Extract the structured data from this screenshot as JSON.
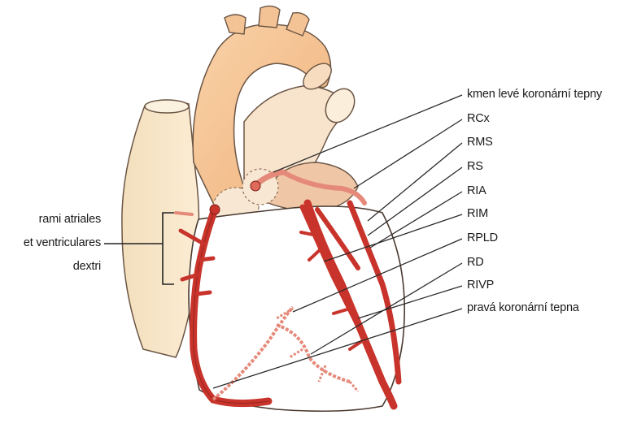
{
  "labels": {
    "left_line1": "rami atriales",
    "left_line2": "et ventriculares",
    "left_line3": "dextri",
    "kmen": "kmen levé koronární tepny",
    "rcx": "RCx",
    "rms": "RMS",
    "rs": "RS",
    "ria": "RIA",
    "rim": "RIM",
    "rpld": "RPLD",
    "rd": "RD",
    "rivp": "RIVP",
    "prava": "pravá koronární tepna"
  },
  "colors": {
    "artery": "#c8342b",
    "artery_light": "#e58a7a",
    "heart_outline": "#4a3a30",
    "aorta": "#f6c9a0",
    "atrium": "#f7e3c4",
    "leader": "#2a2a2a"
  }
}
